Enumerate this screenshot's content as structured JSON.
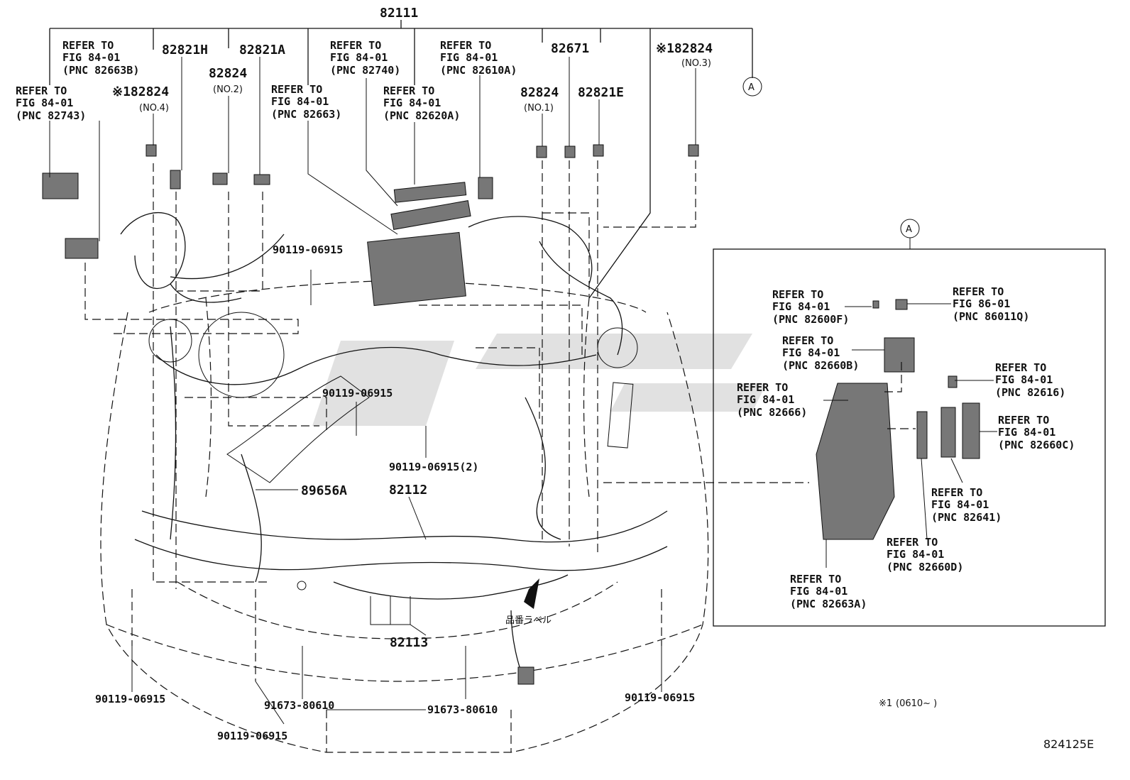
{
  "diagram_code": "824125E",
  "footnote": {
    "mark": "※1",
    "text": "(0610~     )"
  },
  "parts": {
    "p82111": "82111",
    "p82821H": "82821H",
    "p82821A": "82821A",
    "p82824_no2": "82824",
    "p82824_no2_sub": "(NO.2)",
    "p82824_no4": "※182824",
    "p82824_no4_sub": "(NO.4)",
    "p82671": "82671",
    "p82824_no3": "※182824",
    "p82824_no3_sub": "(NO.3)",
    "p82824_no1": "82824",
    "p82824_no1_sub": "(NO.1)",
    "p82821E": "82821E",
    "p90119_a": "90119-06915",
    "p90119_b": "90119-06915",
    "p90119_c": "90119-06915(2)",
    "p89656A": "89656A",
    "p82112": "82112",
    "p82113": "82113",
    "p90119_bl": "90119-06915",
    "p90119_bc": "90119-06915",
    "p90119_br": "90119-06915",
    "p91673_a": "91673-80610",
    "p91673_b": "91673-80610",
    "label_tag": "品番ラベル",
    "circle_a": "A",
    "circle_a2": "A"
  },
  "refs": {
    "r82663B": [
      "REFER TO",
      "FIG 84-01",
      "(PNC 82663B)"
    ],
    "r82743": [
      "REFER TO",
      "FIG 84-01",
      "(PNC 82743)"
    ],
    "r82740": [
      "REFER TO",
      "FIG 84-01",
      "(PNC 82740)"
    ],
    "r82663": [
      "REFER TO",
      "FIG 84-01",
      "(PNC 82663)"
    ],
    "r82610A": [
      "REFER TO",
      "FIG 84-01",
      "(PNC 82610A)"
    ],
    "r82620A": [
      "REFER TO",
      "FIG 84-01",
      "(PNC 82620A)"
    ],
    "r82600F": [
      "REFER TO",
      "FIG 84-01",
      "(PNC 82600F)"
    ],
    "r86011Q": [
      "REFER TO",
      "FIG 86-01",
      "(PNC 86011Q)"
    ],
    "r82660B": [
      "REFER TO",
      "FIG 84-01",
      "(PNC 82660B)"
    ],
    "r82616": [
      "REFER TO",
      "FIG 84-01",
      "(PNC 82616)"
    ],
    "r82666": [
      "REFER TO",
      "FIG 84-01",
      "(PNC 82666)"
    ],
    "r82660C": [
      "REFER TO",
      "FIG 84-01",
      "(PNC 82660C)"
    ],
    "r82641": [
      "REFER TO",
      "FIG 84-01",
      "(PNC 82641)"
    ],
    "r82660D": [
      "REFER TO",
      "FIG 84-01",
      "(PNC 82660D)"
    ],
    "r82663A": [
      "REFER TO",
      "FIG 84-01",
      "(PNC 82663A)"
    ]
  }
}
